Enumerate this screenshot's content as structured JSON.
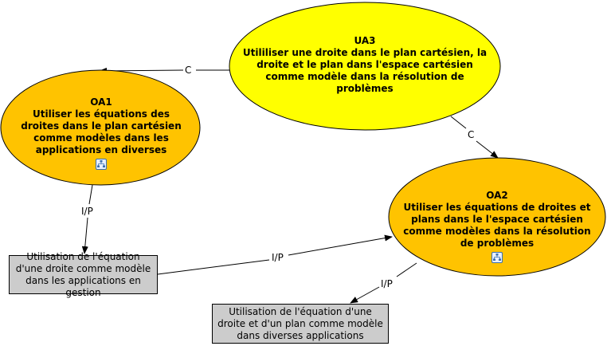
{
  "colors": {
    "ua3_fill": "#ffff00",
    "oa_fill": "#ffc300",
    "box_fill": "#cccccc",
    "line": "#000000"
  },
  "nodes": {
    "ua3": {
      "title": "UA3",
      "text": "Utililiser une droite dans le plan cartésien, la droite et le plan dans l'espace cartésien comme modèle dans la résolution de problèmes"
    },
    "oa1": {
      "title": "OA1",
      "text": "Utiliser les équations des droites dans le plan cartésien comme modèles dans les applications en diverses",
      "icon": "concept-map-icon"
    },
    "oa2": {
      "title": "OA2",
      "text": "Utiliser les équations de droites et plans dans le l'espace cartésien  comme modèles dans la résolution de problèmes",
      "icon": "concept-map-icon"
    },
    "box1": {
      "text": "Utilisation de l'équation d'une droite  comme modèle dans les applications en gestion"
    },
    "box2": {
      "text": "Utilisation de l'équation d'une droite et d'un plan comme modèle dans diverses applications"
    }
  },
  "links": {
    "ua3_oa1": "C",
    "ua3_oa2": "C",
    "oa1_box1": "I/P",
    "box1_oa2": "I/P",
    "oa2_box2": "I/P"
  }
}
